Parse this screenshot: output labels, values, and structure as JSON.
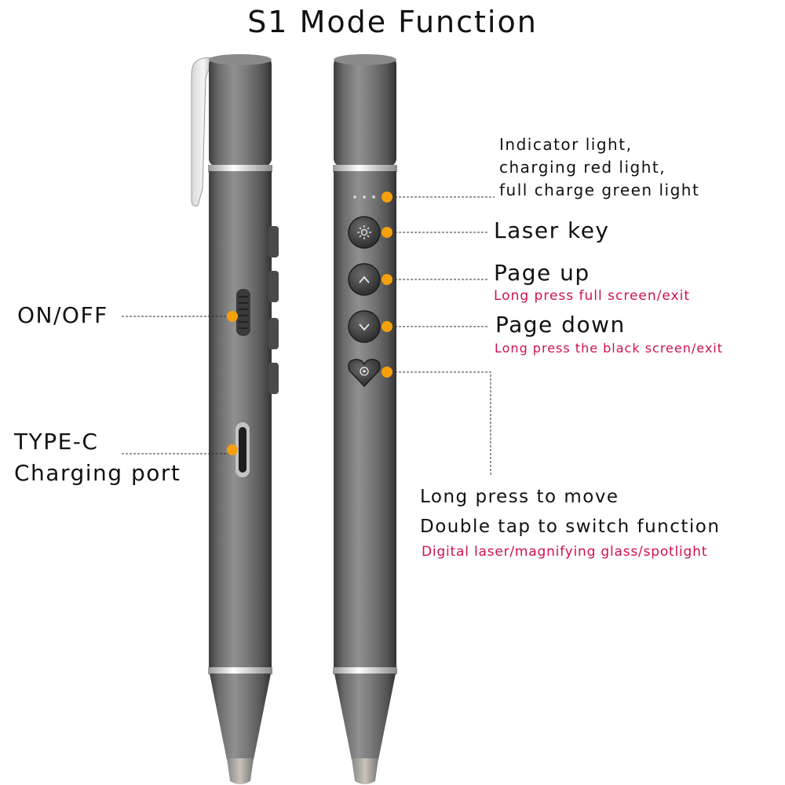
{
  "title": "S1 Mode Function",
  "left_pen": {
    "on_off_label": "ON/OFF",
    "typec_label_line1": "TYPE-C",
    "typec_label_line2": "Charging port"
  },
  "right_pen": {
    "indicator_line1": "Indicator light,",
    "indicator_line2": "charging red light,",
    "indicator_line3": "full charge green light",
    "laser_key_label": "Laser key",
    "page_up_label": "Page up",
    "page_up_sub": "Long press full screen/exit",
    "page_down_label": "Page down",
    "page_down_sub": "Long press the black screen/exit",
    "move_line1": "Long press to move",
    "move_line2": "Double tap to switch function",
    "move_sub": "Digital laser/magnifying glass/spotlight"
  },
  "colors": {
    "marker_dot": "#f5a00b",
    "subtext": "#d0104c",
    "pen_body": "#6c6c6c"
  },
  "icons": [
    "laser-key-icon",
    "page-up-icon",
    "page-down-icon",
    "spotlight-icon",
    "indicator-dots-icon",
    "pen-clip-icon",
    "typec-port-icon",
    "power-switch-icon"
  ]
}
